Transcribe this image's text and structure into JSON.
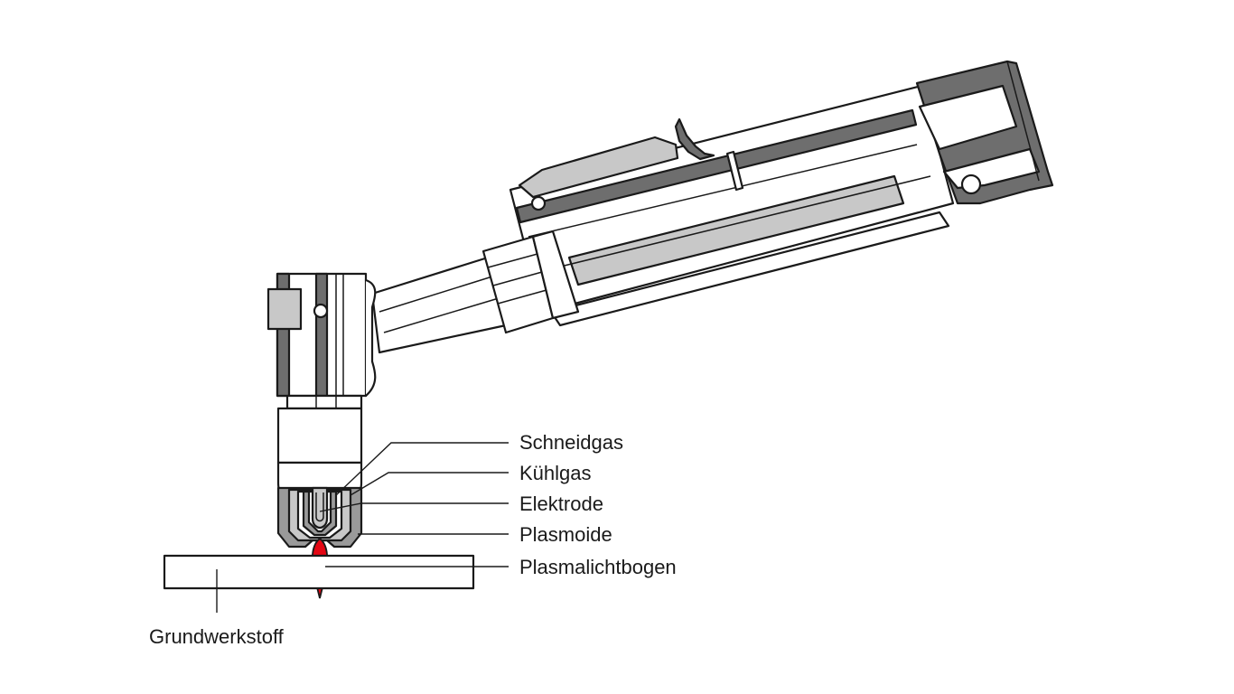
{
  "diagram": {
    "labels": {
      "schneidgas": "Schneidgas",
      "kuehlgas": "Kühlgas",
      "elektrode": "Elektrode",
      "plasmoide": "Plasmoide",
      "plasmalichtbogen": "Plasmalichtbogen",
      "grundwerkstoff": "Grundwerkstoff"
    },
    "colors": {
      "outline": "#1a1a1a",
      "dark_gray": "#6e6e6e",
      "mid_gray": "#9a9a9a",
      "light_gray": "#c8c8c8",
      "arc_red": "#e30613",
      "background": "#ffffff"
    }
  }
}
